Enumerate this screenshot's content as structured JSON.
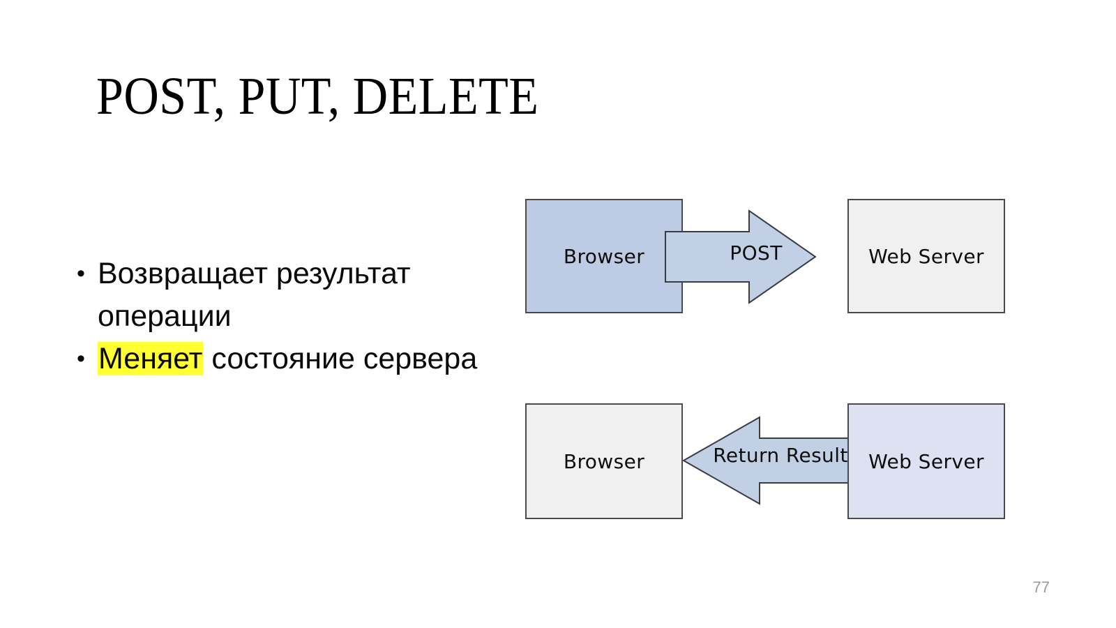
{
  "slide": {
    "title": "POST, PUT, DELETE",
    "page_number": "77",
    "background_color": "#ffffff"
  },
  "bullets": [
    {
      "marker": "•",
      "text_plain": "Возвращает результат операции",
      "segments": [
        {
          "text": "Возвращает результат операции",
          "highlight": false
        }
      ]
    },
    {
      "marker": "•",
      "text_plain": "Меняет состояние сервера",
      "segments": [
        {
          "text": "Меняет",
          "highlight": true
        },
        {
          "text": " состояние сервера",
          "highlight": false
        }
      ]
    }
  ],
  "highlight_color": "#ffff33",
  "diagrams": [
    {
      "id": "post-request",
      "direction": "left-to-right",
      "source_label": "Browser",
      "source_fill": "#bdcce4",
      "target_label": "Web Server",
      "target_fill": "#f0f0f0",
      "arrow_label": "POST",
      "arrow_fill": "#c2d0e6",
      "arrow_stroke": "#3b3b45"
    },
    {
      "id": "return-result",
      "direction": "right-to-left",
      "source_label": "Web Server",
      "source_fill": "#dde1f2",
      "target_label": "Browser",
      "target_fill": "#f0f0f0",
      "arrow_label": "Return Result",
      "arrow_fill": "#c2d0e6",
      "arrow_stroke": "#3b3b45"
    }
  ]
}
